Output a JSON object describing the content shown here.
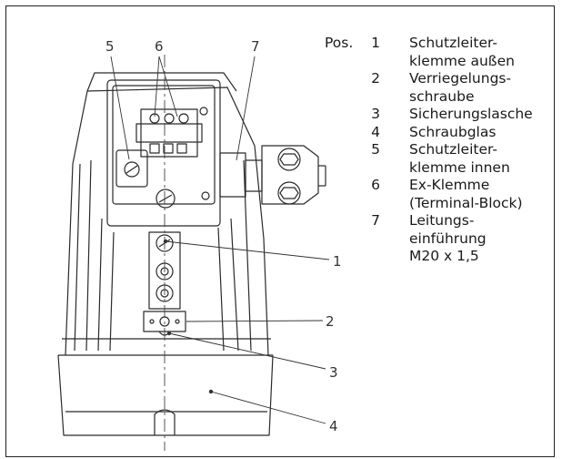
{
  "diagram": {
    "callouts": [
      "5",
      "6",
      "7",
      "1",
      "2",
      "3",
      "4"
    ]
  },
  "legend": {
    "prefix": "Pos.",
    "items": [
      {
        "num": "1",
        "text": "Schutzleiter-\nklemme außen"
      },
      {
        "num": "2",
        "text": "Verriegelungs-\nschraube"
      },
      {
        "num": "3",
        "text": "Sicherungslasche"
      },
      {
        "num": "4",
        "text": "Schraubglas"
      },
      {
        "num": "5",
        "text": "Schutzleiter-\nklemme innen"
      },
      {
        "num": "6",
        "text": "Ex-Klemme\n(Terminal-Block)"
      },
      {
        "num": "7",
        "text": "Leitungs-\neinführung\nM20 x 1,5"
      }
    ]
  }
}
